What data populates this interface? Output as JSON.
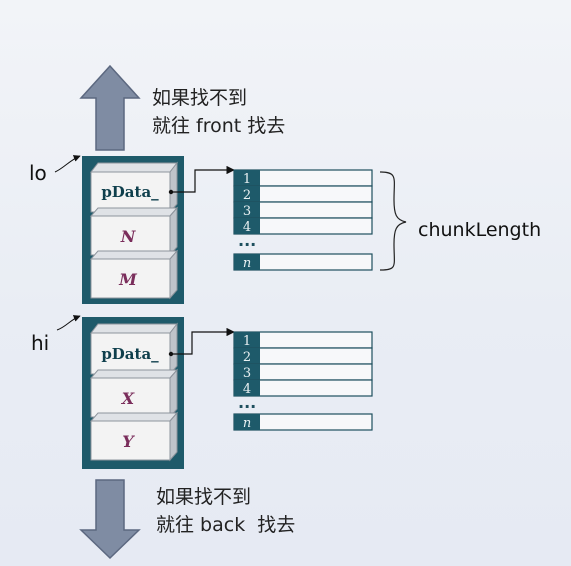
{
  "top_note": {
    "line1": "如果找不到",
    "line2": "就往 front 找去"
  },
  "bottom_note": {
    "line1": "如果找不到",
    "line2": "就往 back  找去"
  },
  "pointers": {
    "lo": "lo",
    "hi": "hi"
  },
  "upper_block": {
    "cells": [
      "pData_",
      "N",
      "M"
    ],
    "chunk_rows": [
      "1",
      "2",
      "3",
      "4"
    ],
    "ellipsis": "...",
    "last_row": "n"
  },
  "lower_block": {
    "cells": [
      "pData_",
      "X",
      "Y"
    ],
    "chunk_rows": [
      "1",
      "2",
      "3",
      "4"
    ],
    "ellipsis": "...",
    "last_row": "n"
  },
  "brace_label": "chunkLength",
  "colors": {
    "arrow_fill": "#7f8ca3",
    "arrow_stroke": "#5c6880",
    "container": "#1e5a6a",
    "cell_front": "#f3f3f3",
    "cell_top": "#dfe2e6",
    "cell_side": "#bfc4ca",
    "chunk_index": "#1e5a6a",
    "variable_text": "#7a2d5b"
  }
}
